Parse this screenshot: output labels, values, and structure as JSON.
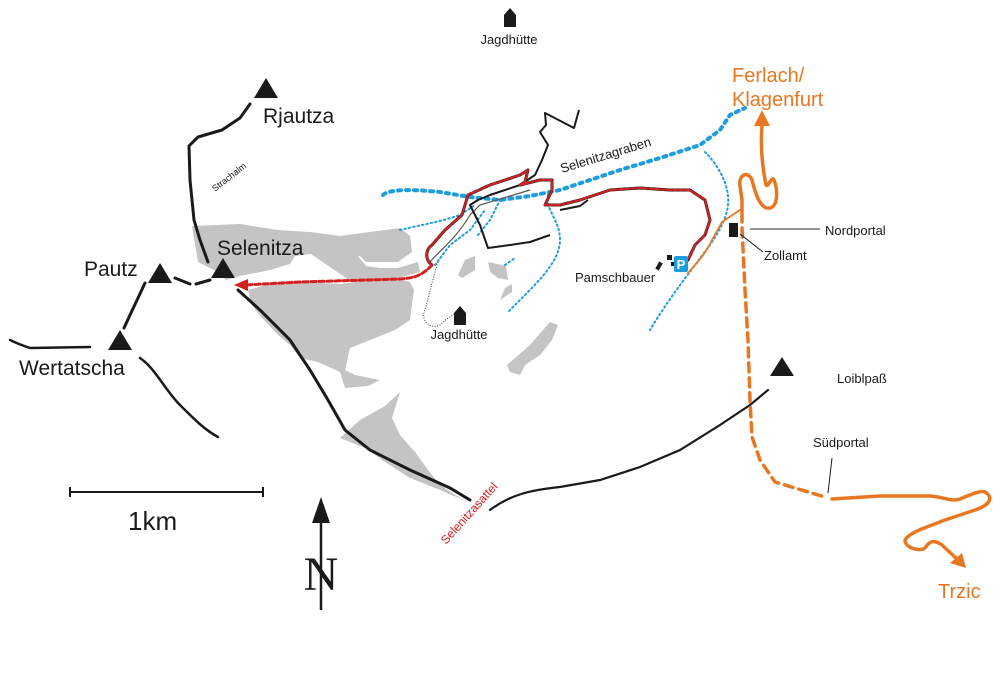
{
  "map": {
    "peaks": [
      {
        "name": "Rjautza"
      },
      {
        "name": "Selenitza"
      },
      {
        "name": "Pautz"
      },
      {
        "name": "Wertatscha"
      },
      {
        "name": "Loiblpaß"
      }
    ],
    "huts": [
      {
        "name": "Jagdhütte"
      },
      {
        "name": "Jagdhütte"
      }
    ],
    "places": {
      "strachalm": "Strachalm",
      "selenitzagraben": "Selenitzagraben",
      "pamschbauer": "Pamschbauer",
      "nordportal": "Nordportal",
      "zollamt": "Zollamt",
      "suedportal": "Südportal",
      "selenitzasattel": "Selenitzasattel"
    },
    "destinations": {
      "north": "Ferlach/",
      "north2": "Klagenfurt",
      "south": "Trzic"
    },
    "parking": {
      "symbol": "P"
    },
    "scale": {
      "label": "1km"
    },
    "north_arrow": {
      "letter": "N"
    },
    "colors": {
      "road": "#e87722",
      "stream": "#1e9ce0",
      "route": "#d42020",
      "forest": "#c4c4c4",
      "ridge": "#1a1a1a",
      "parking": "#1e9ce0"
    }
  }
}
